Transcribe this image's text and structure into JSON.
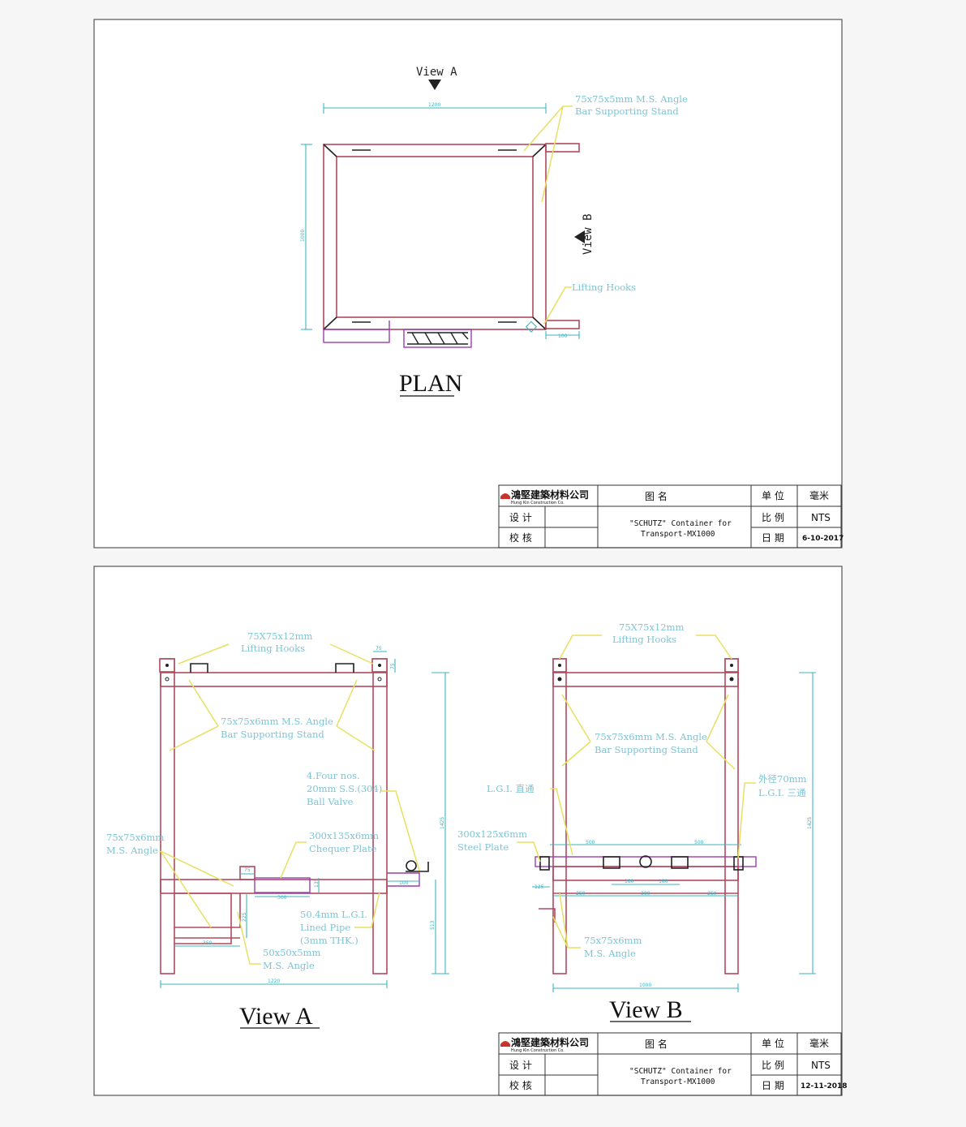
{
  "sheet1": {
    "view_a_marker": "View A",
    "view_b_marker": "View B",
    "title": "PLAN",
    "dims": {
      "width": "1200",
      "height": "1000",
      "hook": "100"
    },
    "notes": {
      "angle_bar_line1": "75x75x5mm M.S. Angle",
      "angle_bar_line2": "Bar Supporting Stand",
      "lifting_hooks": "Lifting Hooks"
    },
    "title_block": {
      "company": "鴻堅建築材料公司",
      "company_en": "Hung Kin Construction Co.",
      "drawing_name_label": "图    名",
      "unit_label": "单 位",
      "unit_value": "毫米",
      "design_label": "设 计",
      "check_label": "校 核",
      "scale_label": "比 例",
      "scale_value": "NTS",
      "date_label": "日 期",
      "date_value": "6-10-2017",
      "drawing_name_line1": "\"SCHUTZ\" Container for",
      "drawing_name_line2": "Transport-MX1000"
    }
  },
  "sheet2": {
    "view_a_title": "View A",
    "view_b_title": "View B",
    "notes_a": {
      "hooks_line1": "75X75x12mm",
      "hooks_line2": "Lifting Hooks",
      "angle_line1": "75x75x6mm M.S. Angle",
      "angle_line2": "Bar Supporting Stand",
      "valve_line1": "4.Four nos.",
      "valve_line2": "20mm S.S.(304)",
      "valve_line3": "Ball Valve",
      "left_angle_line1": "75x75x6mm",
      "left_angle_line2": "M.S. Angle",
      "chequer_line1": "300x135x6mm",
      "chequer_line2": "Chequer Plate",
      "pipe_line1": "50.4mm L.G.I.",
      "pipe_line2": "Lined Pipe",
      "pipe_line3": "(3mm THK.)",
      "small_angle_line1": "50x50x5mm",
      "small_angle_line2": "M.S. Angle"
    },
    "notes_b": {
      "hooks_line1": "75X75x12mm",
      "hooks_line2": "Lifting Hooks",
      "angle_line1": "75x75x6mm M.S. Angle",
      "angle_line2": "Bar Supporting Stand",
      "lgi_straight": "L.G.I. 直通",
      "outer_dia": "外径70mm",
      "lgi_tee": "L.G.I. 三通",
      "steel_plate_line1": "300x125x6mm",
      "steel_plate_line2": "Steel Plate",
      "bottom_angle_line1": "75x75x6mm",
      "bottom_angle_line2": "M.S. Angle"
    },
    "dims_a": {
      "overall_width": "1220",
      "overall_height": "1425",
      "lower_height": "513",
      "hook_w": "75",
      "hook_h": "75",
      "plate_w": "300",
      "plate_small": "75",
      "plate_h": "135",
      "lower_w": "350",
      "lower_h": "225",
      "tee_w": "100"
    },
    "dims_b": {
      "overall_width": "1000",
      "overall_height": "1425",
      "span_left": "500",
      "span_right": "500",
      "inner_left": "180",
      "inner_right": "180",
      "bottom_1": "250",
      "bottom_2": "300",
      "bottom_3": "250",
      "small": "125"
    },
    "title_block": {
      "company": "鴻堅建築材料公司",
      "company_en": "Hung Kin Construction Co.",
      "drawing_name_label": "图    名",
      "unit_label": "单 位",
      "unit_value": "毫米",
      "design_label": "设 计",
      "check_label": "校 核",
      "scale_label": "比 例",
      "scale_value": "NTS",
      "date_label": "日 期",
      "date_value": "12-11-2018",
      "drawing_name_line1": "\"SCHUTZ\" Container for",
      "drawing_name_line2": "Transport-MX1000"
    }
  }
}
